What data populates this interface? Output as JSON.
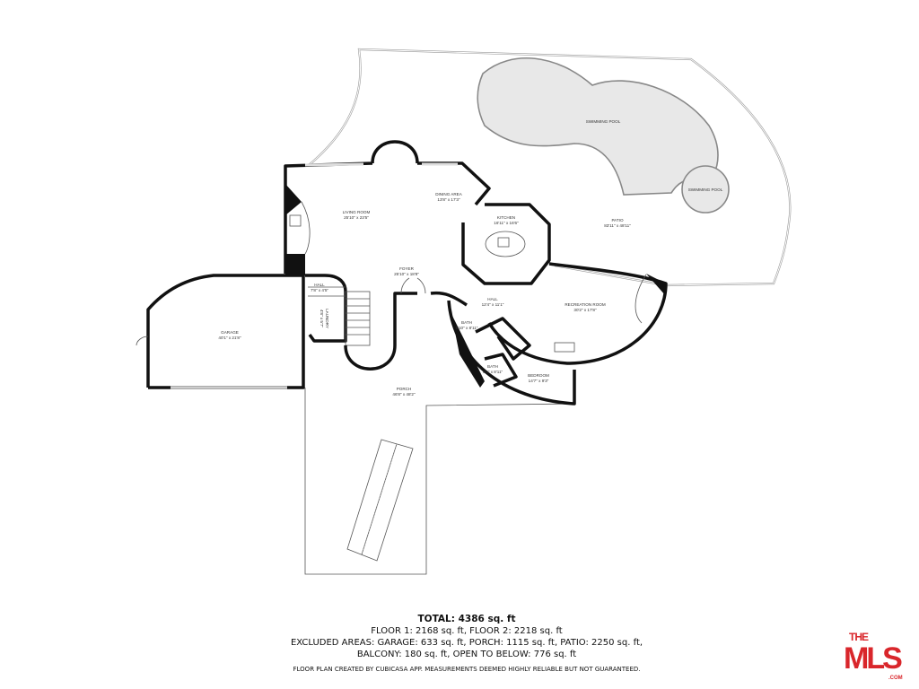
{
  "rooms": {
    "living_room": {
      "name": "LIVING ROOM",
      "dims": "25'10\" x 23'5\""
    },
    "dining_area": {
      "name": "DINING AREA",
      "dims": "13'8\" x 17'3\""
    },
    "kitchen": {
      "name": "KITCHEN",
      "dims": "16'11\" x 16'6\""
    },
    "foyer": {
      "name": "FOYER",
      "dims": "25'10\" x 18'8\""
    },
    "hall_small": {
      "name": "HALL",
      "dims": "7'8\" x 4'5\""
    },
    "laundry": {
      "name": "LAUNDRY",
      "dims": "4'8\" x 5'7\""
    },
    "garage": {
      "name": "GARAGE",
      "dims": "40'1\" x 21'8\""
    },
    "porch": {
      "name": "PORCH",
      "dims": "46'8\" x 48'2\""
    },
    "hall": {
      "name": "HALL",
      "dims": "12'4\" x 11'1\""
    },
    "bath1": {
      "name": "BATH",
      "dims": "5'10\" x 8'11\""
    },
    "bath2": {
      "name": "BATH",
      "dims": "6'0\" x 8'11\""
    },
    "bedroom": {
      "name": "BEDROOM",
      "dims": "14'7\" x 9'3\""
    },
    "recreation_room": {
      "name": "RECREATION ROOM",
      "dims": "30'2\" x 17'8\""
    },
    "pool_large": {
      "name": "SWIMMING POOL"
    },
    "pool_small": {
      "name": "SWIMMING POOL"
    },
    "patio": {
      "name": "PATIO",
      "dims": "83'11\" x 48'11\""
    }
  },
  "summary": {
    "total": "TOTAL: 4386 sq. ft",
    "floors": "FLOOR 1: 2168 sq. ft, FLOOR 2: 2218 sq. ft",
    "excluded_1": "EXCLUDED AREAS: GARAGE: 633 sq. ft, PORCH: 1115 sq. ft, PATIO: 2250 sq. ft,",
    "excluded_2": "BALCONY: 180 sq. ft, OPEN TO BELOW: 776 sq. ft",
    "note": "FLOOR PLAN CREATED BY CUBICASA APP. MEASUREMENTS DEEMED HIGHLY RELIABLE BUT NOT GUARANTEED."
  },
  "logo": {
    "line1": "THE",
    "line2": "MLS",
    "suffix": ".COM"
  },
  "colors": {
    "logo": "#d9262b",
    "pool": "#e8e8e8"
  }
}
